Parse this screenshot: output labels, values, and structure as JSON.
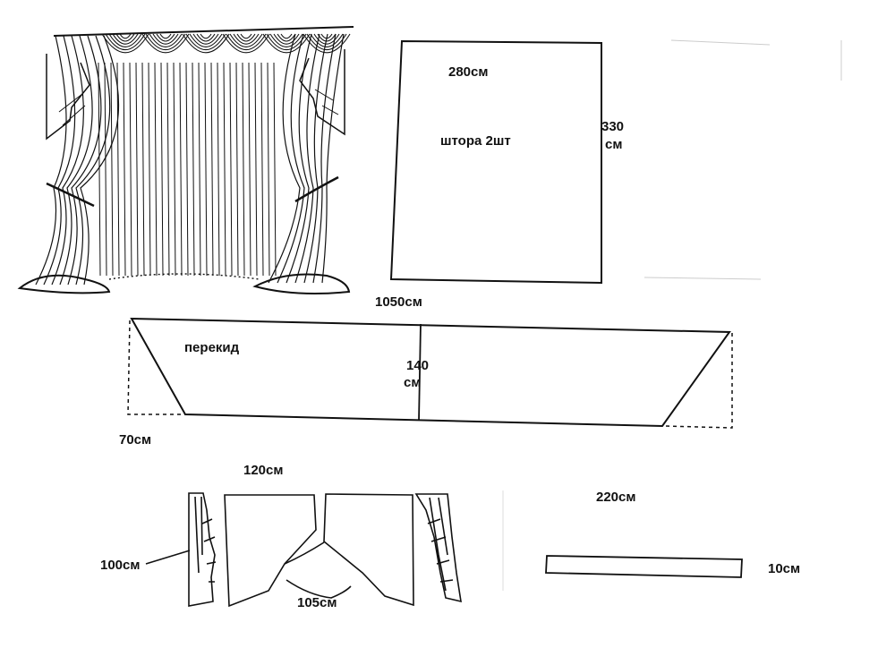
{
  "curtain": {
    "width_label": "280см",
    "height_line1": "330",
    "height_line2": "см",
    "name": "штора 2шт"
  },
  "swag": {
    "width_label": "1050см",
    "name": "перекид",
    "height_line1": "140",
    "height_line2": "см",
    "side_label": "70см"
  },
  "jabot": {
    "top_label": "120см",
    "side_label": "100см",
    "bottom_label": "105см"
  },
  "strip": {
    "width_label": "220см",
    "height_label": "10см"
  },
  "colors": {
    "line": "#111111",
    "background": "#ffffff"
  }
}
